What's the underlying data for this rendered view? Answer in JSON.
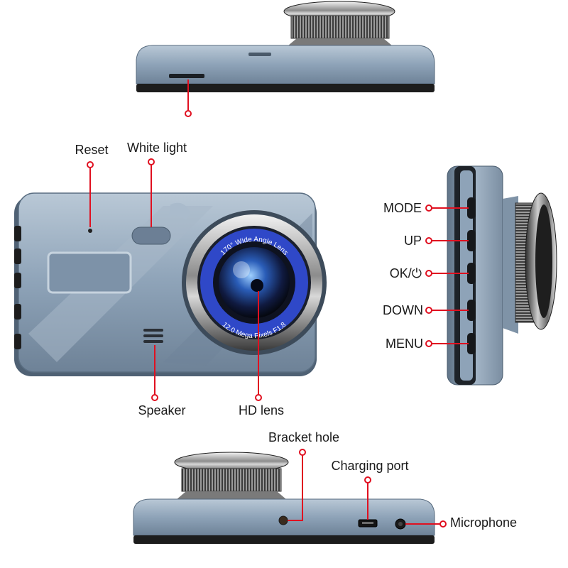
{
  "labels": {
    "reset": "Reset",
    "white_light": "White light",
    "mode": "MODE",
    "up": "UP",
    "ok": "OK/⏻",
    "down": "DOWN",
    "menu": "MENU",
    "speaker": "Speaker",
    "hd_lens": "HD lens",
    "bracket_hole": "Bracket hole",
    "charging_port": "Charging port",
    "microphone": "Microphone"
  },
  "lens_ring_text": {
    "top": "170° Wide Angle Lens",
    "bottom": "12.0 Mega Pixels F1.8"
  },
  "colors": {
    "body": "#8ea3b8",
    "body_dark": "#5f7387",
    "callout": "#e01020",
    "lens_ring": "#2f48c8"
  }
}
